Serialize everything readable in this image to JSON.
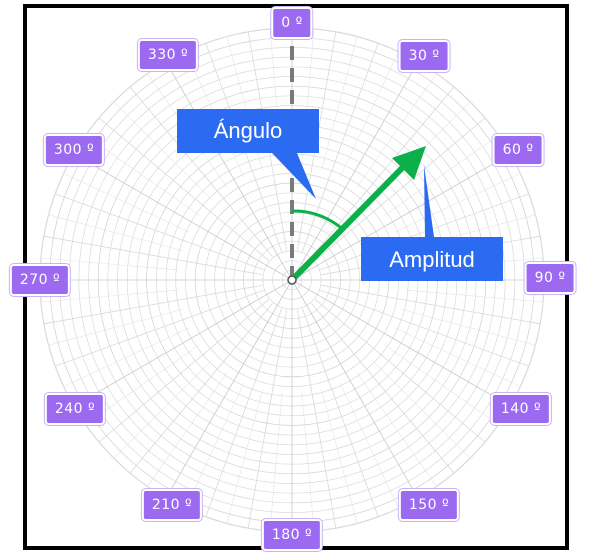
{
  "diagram": {
    "angle_labels": [
      "0 º",
      "30 º",
      "60 º",
      "90 º",
      "140 º",
      "150 º",
      "180 º",
      "210 º",
      "240 º",
      "270 º",
      "300 º",
      "330 º"
    ],
    "callouts": {
      "angle": "Ángulo",
      "amplitude": "Amplitud"
    },
    "colors": {
      "label_bg": "#9B6AF0",
      "callout_bg": "#2A6BF2",
      "vector": "#0CB04A",
      "grid": "#d9d9d9",
      "zero_axis": "#7a7a7a"
    }
  }
}
